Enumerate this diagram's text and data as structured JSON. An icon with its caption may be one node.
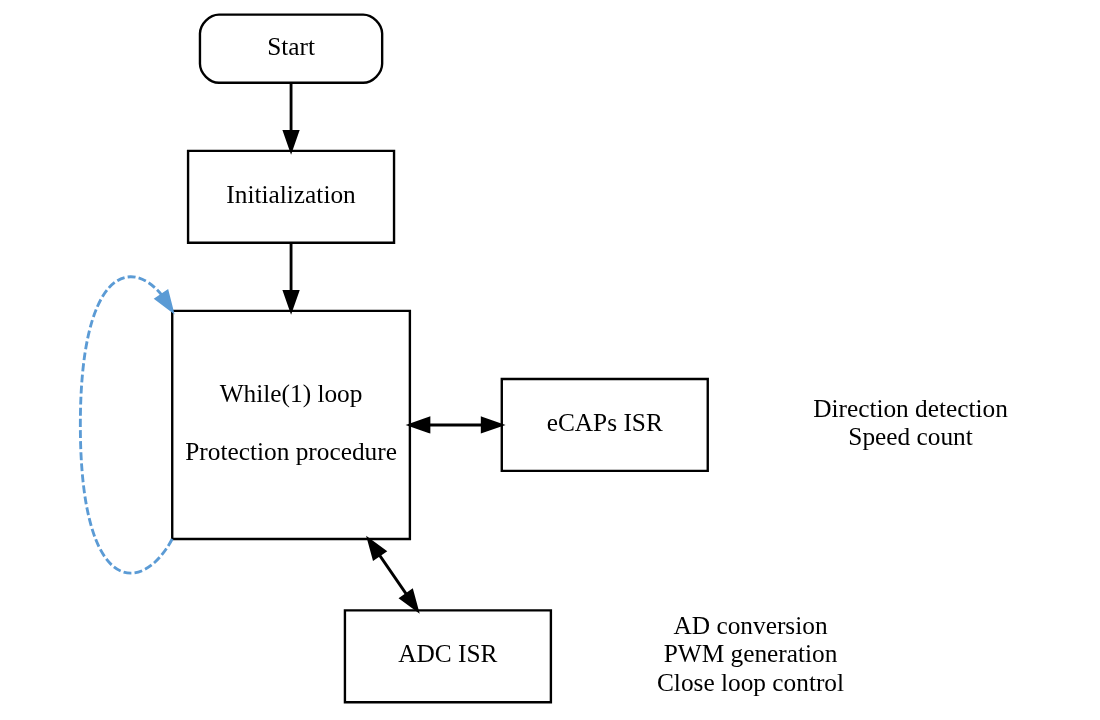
{
  "diagram": {
    "nodes": [
      {
        "text": [
          "Start"
        ]
      },
      {
        "text": [
          "Initialization"
        ]
      },
      {
        "text": [
          "While(1) loop",
          "Protection procedure"
        ]
      },
      {
        "text": [
          "eCAPs ISR"
        ],
        "beside": [
          "Direction detection",
          "Speed count"
        ]
      },
      {
        "text": [
          "ADC ISR"
        ],
        "beside": [
          "AD conversion",
          "PWM generation",
          "Close loop control"
        ]
      }
    ],
    "edges": [
      {
        "from": 0,
        "to": 1,
        "arrow": "to"
      },
      {
        "from": 1,
        "to": 2,
        "arrow": "to"
      },
      {
        "from": 2,
        "to": 3,
        "arrow": "both"
      },
      {
        "from": 2,
        "to": 4,
        "arrow": "both"
      },
      {
        "from": 2,
        "to": 2,
        "arrow": "to",
        "style": "dashed",
        "color": "#5b9bd5"
      }
    ]
  }
}
